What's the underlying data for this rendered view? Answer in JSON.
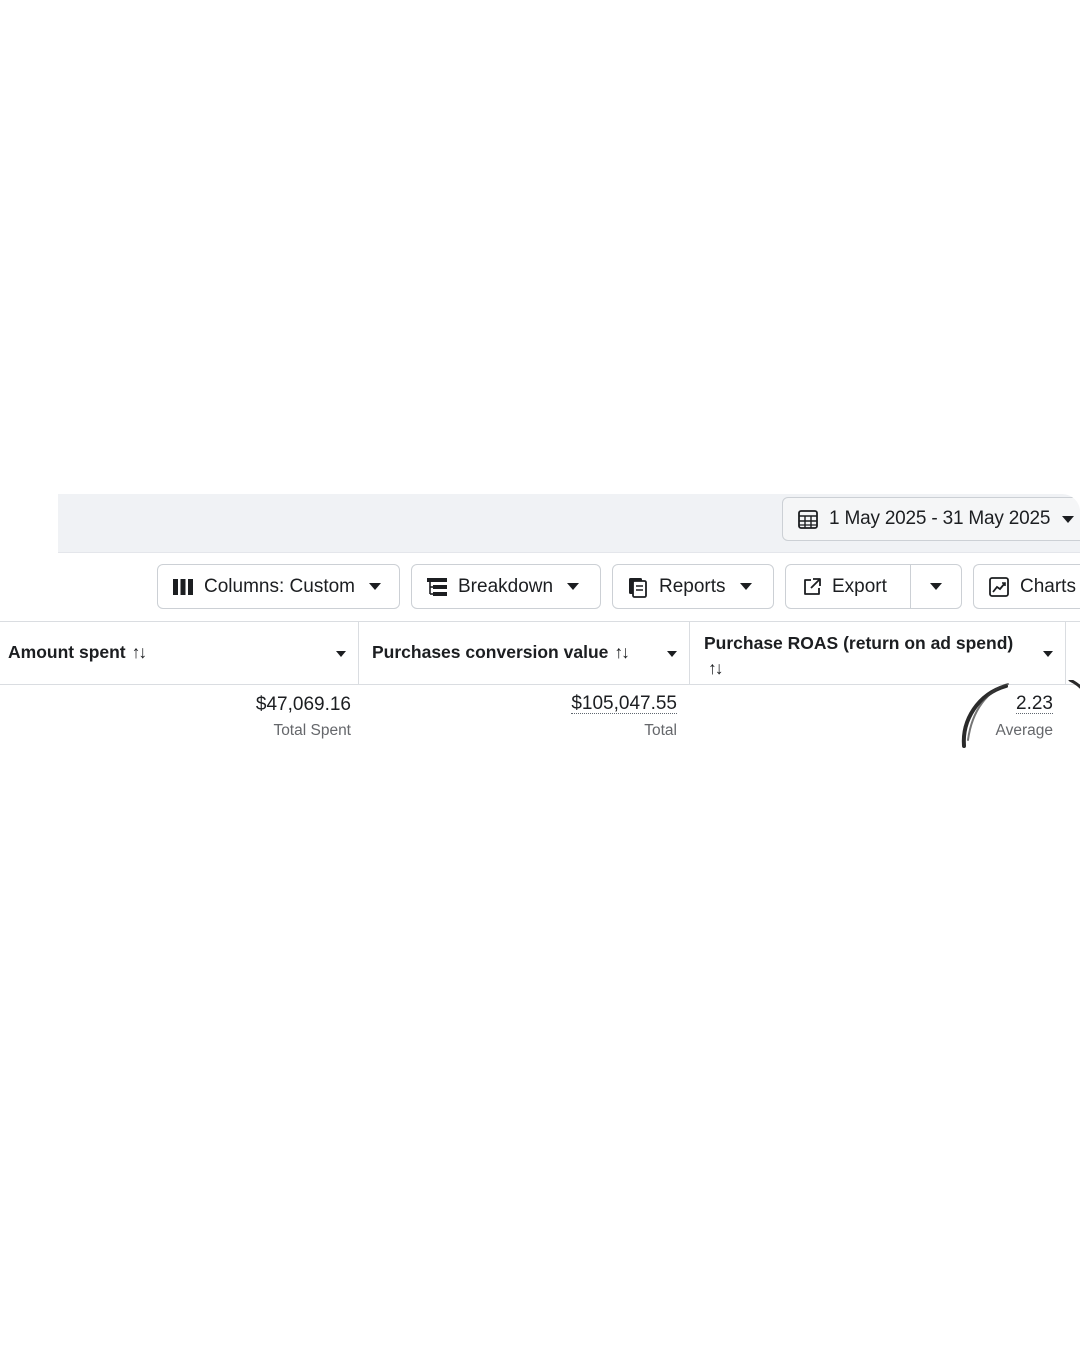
{
  "date_range": {
    "label": "1 May 2025 - 31 May 2025",
    "icon": "calendar-icon"
  },
  "toolbar": {
    "columns_label": "Columns: Custom",
    "columns_icon": "columns-icon",
    "breakdown_label": "Breakdown",
    "breakdown_icon": "breakdown-icon",
    "reports_label": "Reports",
    "reports_icon": "reports-icon",
    "export_label": "Export",
    "export_icon": "export-icon",
    "charts_label": "Charts",
    "charts_icon": "charts-icon"
  },
  "table": {
    "columns": [
      {
        "title": "Amount spent",
        "sort": "↑↓"
      },
      {
        "title": "Purchases conversion value",
        "sort": "↑↓"
      },
      {
        "title": "Purchase ROAS (return on ad spend)",
        "sort": "↑↓"
      }
    ],
    "summary_row": [
      {
        "value": "$47,069.16",
        "label": "Total Spent"
      },
      {
        "value": "$105,047.55",
        "label": "Total"
      },
      {
        "value": "2.23",
        "label": "Average"
      }
    ]
  },
  "colors": {
    "topbar_bg": "#f0f2f5",
    "border": "#ccd0d5",
    "text": "#1c1e21",
    "muted_text": "#65676b",
    "annotation_circle": "#2a2a2a"
  }
}
